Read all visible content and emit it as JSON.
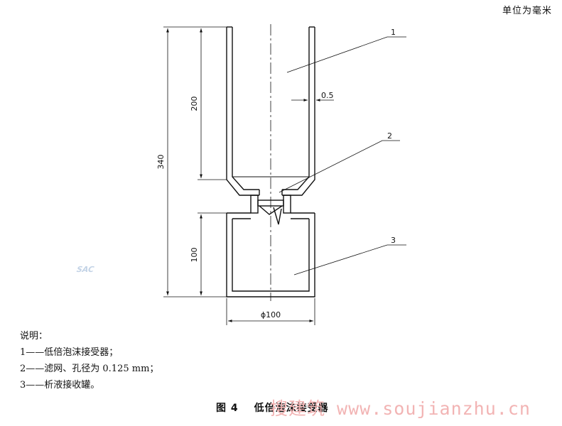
{
  "units_note": "单位为毫米",
  "dimensions": {
    "total_height": "340",
    "upper_height": "200",
    "lower_height": "100",
    "wall_thickness": "0.5",
    "diameter": "ϕ100"
  },
  "callouts": [
    "1",
    "2",
    "3"
  ],
  "legend": {
    "title": "说明：",
    "items": [
      "1——低倍泡沫接受器；",
      "2——滤网、孔径为 0.125 mm；",
      "3——析液接收罐。"
    ]
  },
  "caption": {
    "number": "图 4",
    "title": "低倍泡沫接受器"
  },
  "watermark": "搜建筑 www.soujianzhu.cn",
  "stamp": "SAC",
  "colors": {
    "line": "#111111",
    "watermark": "#f2b4b4",
    "stamp": "#c3d3e6"
  }
}
